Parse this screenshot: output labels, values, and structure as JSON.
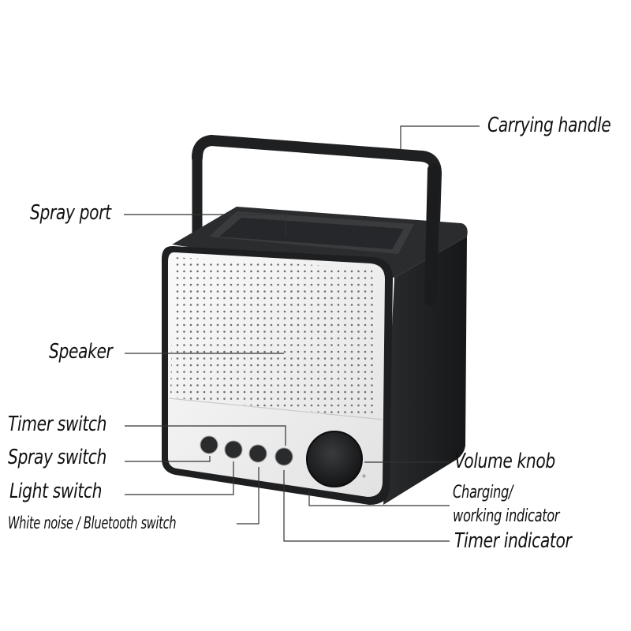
{
  "labels": {
    "carrying_handle": "Carrying handle",
    "spray_port": "Spray port",
    "speaker": "Speaker",
    "timer_switch": "Timer switch",
    "spray_switch": "Spray switch",
    "light_switch": "Light switch",
    "white_noise_bluetooth_switch": "White noise / Bluetooth switch",
    "volume_knob": "Volume knob",
    "charging_line1": "Charging/",
    "charging_line2": "working indicator",
    "timer_indicator": "Timer indicator"
  },
  "colors": {
    "body": "#1e1f21",
    "face": "#ececec",
    "leader": "#333333",
    "text": "#111111"
  }
}
